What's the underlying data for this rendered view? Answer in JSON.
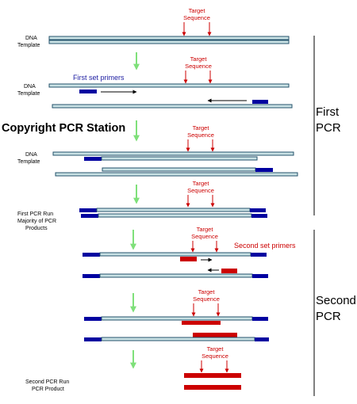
{
  "colors": {
    "strand_fill": "#c9e1e4",
    "strand_stroke": "#24526b",
    "primer_blue": "#0000a0",
    "primer_red": "#cc0000",
    "target_red": "#cc0000",
    "step_arrow_green": "#7fe07a",
    "label_blue": "#1a1aa0",
    "divider": "#000000"
  },
  "target_label_line1": "Target",
  "target_label_line2": "Sequence",
  "copyright": "Copyright PCR Station",
  "phases": {
    "first_line1": "First",
    "first_line2": "PCR",
    "second_line1": "Second",
    "second_line2": "PCR"
  },
  "steps": [
    {
      "label_lines": [
        "DNA",
        "Template"
      ]
    },
    {
      "label_lines": [
        "DNA",
        "Template"
      ],
      "annotation": "First set primers"
    },
    {
      "label_lines": [
        "DNA",
        "Template"
      ]
    },
    {
      "label_lines": [
        "First PCR Run",
        "Majority of PCR",
        "Products"
      ]
    },
    {
      "label_lines": [],
      "annotation": "Second set primers"
    },
    {
      "label_lines": []
    },
    {
      "label_lines": [
        "Second PCR Run",
        "PCR Product"
      ]
    }
  ]
}
